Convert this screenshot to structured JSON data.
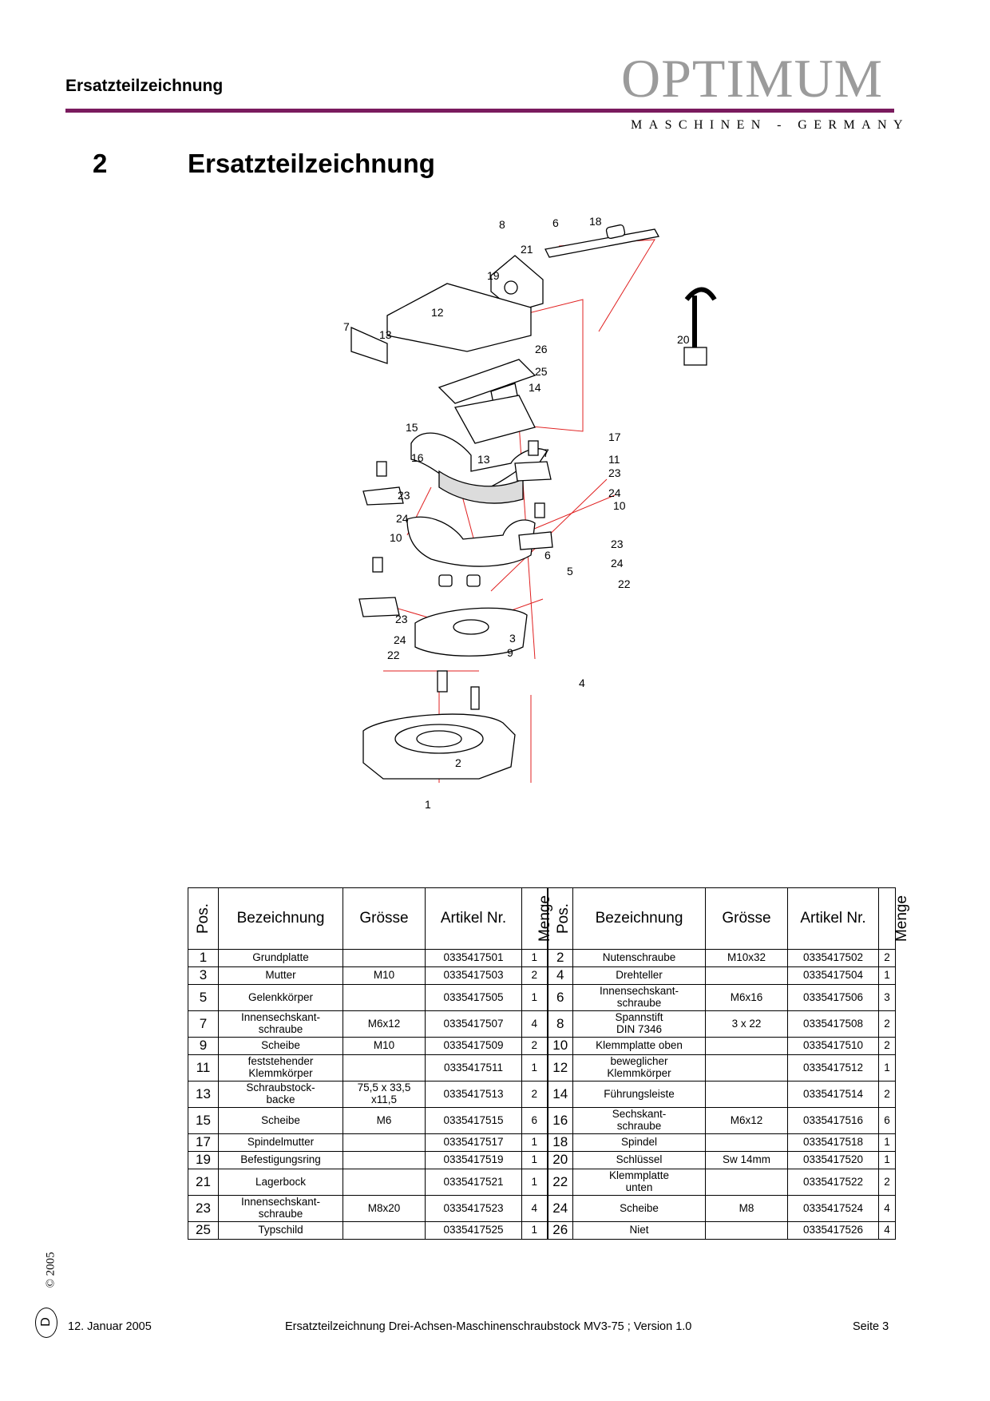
{
  "header": {
    "title": "Ersatzteilzeichnung",
    "logo": "OPTIMUM",
    "logo_tagline": "MASCHINEN - GERMANY"
  },
  "section": {
    "number": "2",
    "title": "Ersatzteilzeichnung"
  },
  "drawing": {
    "callouts": [
      "8",
      "6",
      "18",
      "21",
      "19",
      "12",
      "7",
      "13",
      "26",
      "25",
      "14",
      "20",
      "15",
      "17",
      "16",
      "13",
      "7",
      "11",
      "23",
      "23",
      "24",
      "24",
      "10",
      "10",
      "6",
      "23",
      "5",
      "24",
      "22",
      "23",
      "24",
      "3",
      "22",
      "9",
      "4",
      "2",
      "1"
    ]
  },
  "table": {
    "headers": {
      "pos": "Pos.",
      "name": "Bezeichnung",
      "size": "Grösse",
      "article": "Artikel Nr.",
      "qty": "Menge"
    },
    "rows": [
      {
        "l": {
          "pos": "1",
          "name": "Grundplatte",
          "size": "",
          "article": "0335417501",
          "qty": "1"
        },
        "r": {
          "pos": "2",
          "name": "Nutenschraube",
          "size": "M10x32",
          "article": "0335417502",
          "qty": "2"
        }
      },
      {
        "l": {
          "pos": "3",
          "name": "Mutter",
          "size": "M10",
          "article": "0335417503",
          "qty": "2"
        },
        "r": {
          "pos": "4",
          "name": "Drehteller",
          "size": "",
          "article": "0335417504",
          "qty": "1"
        }
      },
      {
        "l": {
          "pos": "5",
          "name": "Gelenkkörper",
          "size": "",
          "article": "0335417505",
          "qty": "1"
        },
        "r": {
          "pos": "6",
          "name": "Innensechskant-\nschraube",
          "size": "M6x16",
          "article": "0335417506",
          "qty": "3"
        }
      },
      {
        "l": {
          "pos": "7",
          "name": "Innensechskant-\nschraube",
          "size": "M6x12",
          "article": "0335417507",
          "qty": "4"
        },
        "r": {
          "pos": "8",
          "name": "Spannstift\nDIN 7346",
          "size": "3 x 22",
          "article": "0335417508",
          "qty": "2"
        }
      },
      {
        "l": {
          "pos": "9",
          "name": "Scheibe",
          "size": "M10",
          "article": "0335417509",
          "qty": "2"
        },
        "r": {
          "pos": "10",
          "name": "Klemmplatte oben",
          "size": "",
          "article": "0335417510",
          "qty": "2"
        }
      },
      {
        "l": {
          "pos": "11",
          "name": "feststehender\nKlemmkörper",
          "size": "",
          "article": "0335417511",
          "qty": "1"
        },
        "r": {
          "pos": "12",
          "name": "beweglicher\nKlemmkörper",
          "size": "",
          "article": "0335417512",
          "qty": "1"
        }
      },
      {
        "l": {
          "pos": "13",
          "name": "Schraubstock-\nbacke",
          "size": "75,5 x 33,5\nx11,5",
          "article": "0335417513",
          "qty": "2"
        },
        "r": {
          "pos": "14",
          "name": "Führungsleiste",
          "size": "",
          "article": "0335417514",
          "qty": "2"
        }
      },
      {
        "l": {
          "pos": "15",
          "name": "Scheibe",
          "size": "M6",
          "article": "0335417515",
          "qty": "6"
        },
        "r": {
          "pos": "16",
          "name": "Sechskant-\nschraube",
          "size": "M6x12",
          "article": "0335417516",
          "qty": "6"
        }
      },
      {
        "l": {
          "pos": "17",
          "name": "Spindelmutter",
          "size": "",
          "article": "0335417517",
          "qty": "1"
        },
        "r": {
          "pos": "18",
          "name": "Spindel",
          "size": "",
          "article": "0335417518",
          "qty": "1"
        }
      },
      {
        "l": {
          "pos": "19",
          "name": "Befestigungsring",
          "size": "",
          "article": "0335417519",
          "qty": "1"
        },
        "r": {
          "pos": "20",
          "name": "Schlüssel",
          "size": "Sw 14mm",
          "article": "0335417520",
          "qty": "1"
        }
      },
      {
        "l": {
          "pos": "21",
          "name": "Lagerbock",
          "size": "",
          "article": "0335417521",
          "qty": "1"
        },
        "r": {
          "pos": "22",
          "name": "Klemmplatte\nunten",
          "size": "",
          "article": "0335417522",
          "qty": "2"
        }
      },
      {
        "l": {
          "pos": "23",
          "name": "Innensechskant-\nschraube",
          "size": "M8x20",
          "article": "0335417523",
          "qty": "4"
        },
        "r": {
          "pos": "24",
          "name": "Scheibe",
          "size": "M8",
          "article": "0335417524",
          "qty": "4"
        }
      },
      {
        "l": {
          "pos": "25",
          "name": "Typschild",
          "size": "",
          "article": "0335417525",
          "qty": "1"
        },
        "r": {
          "pos": "26",
          "name": "Niet",
          "size": "",
          "article": "0335417526",
          "qty": "4"
        }
      }
    ]
  },
  "margin": {
    "copyright": "© 2005",
    "language": "D"
  },
  "footer": {
    "date": "12. Januar 2005",
    "document": "Ersatzteilzeichnung  Drei-Achsen-Maschinenschraubstock MV3-75 ; Version 1.0",
    "page": "Seite 3"
  },
  "colors": {
    "rule": "#7a1b5e",
    "logo": "#9b9b9b",
    "assembly_lines": "#e02020"
  }
}
